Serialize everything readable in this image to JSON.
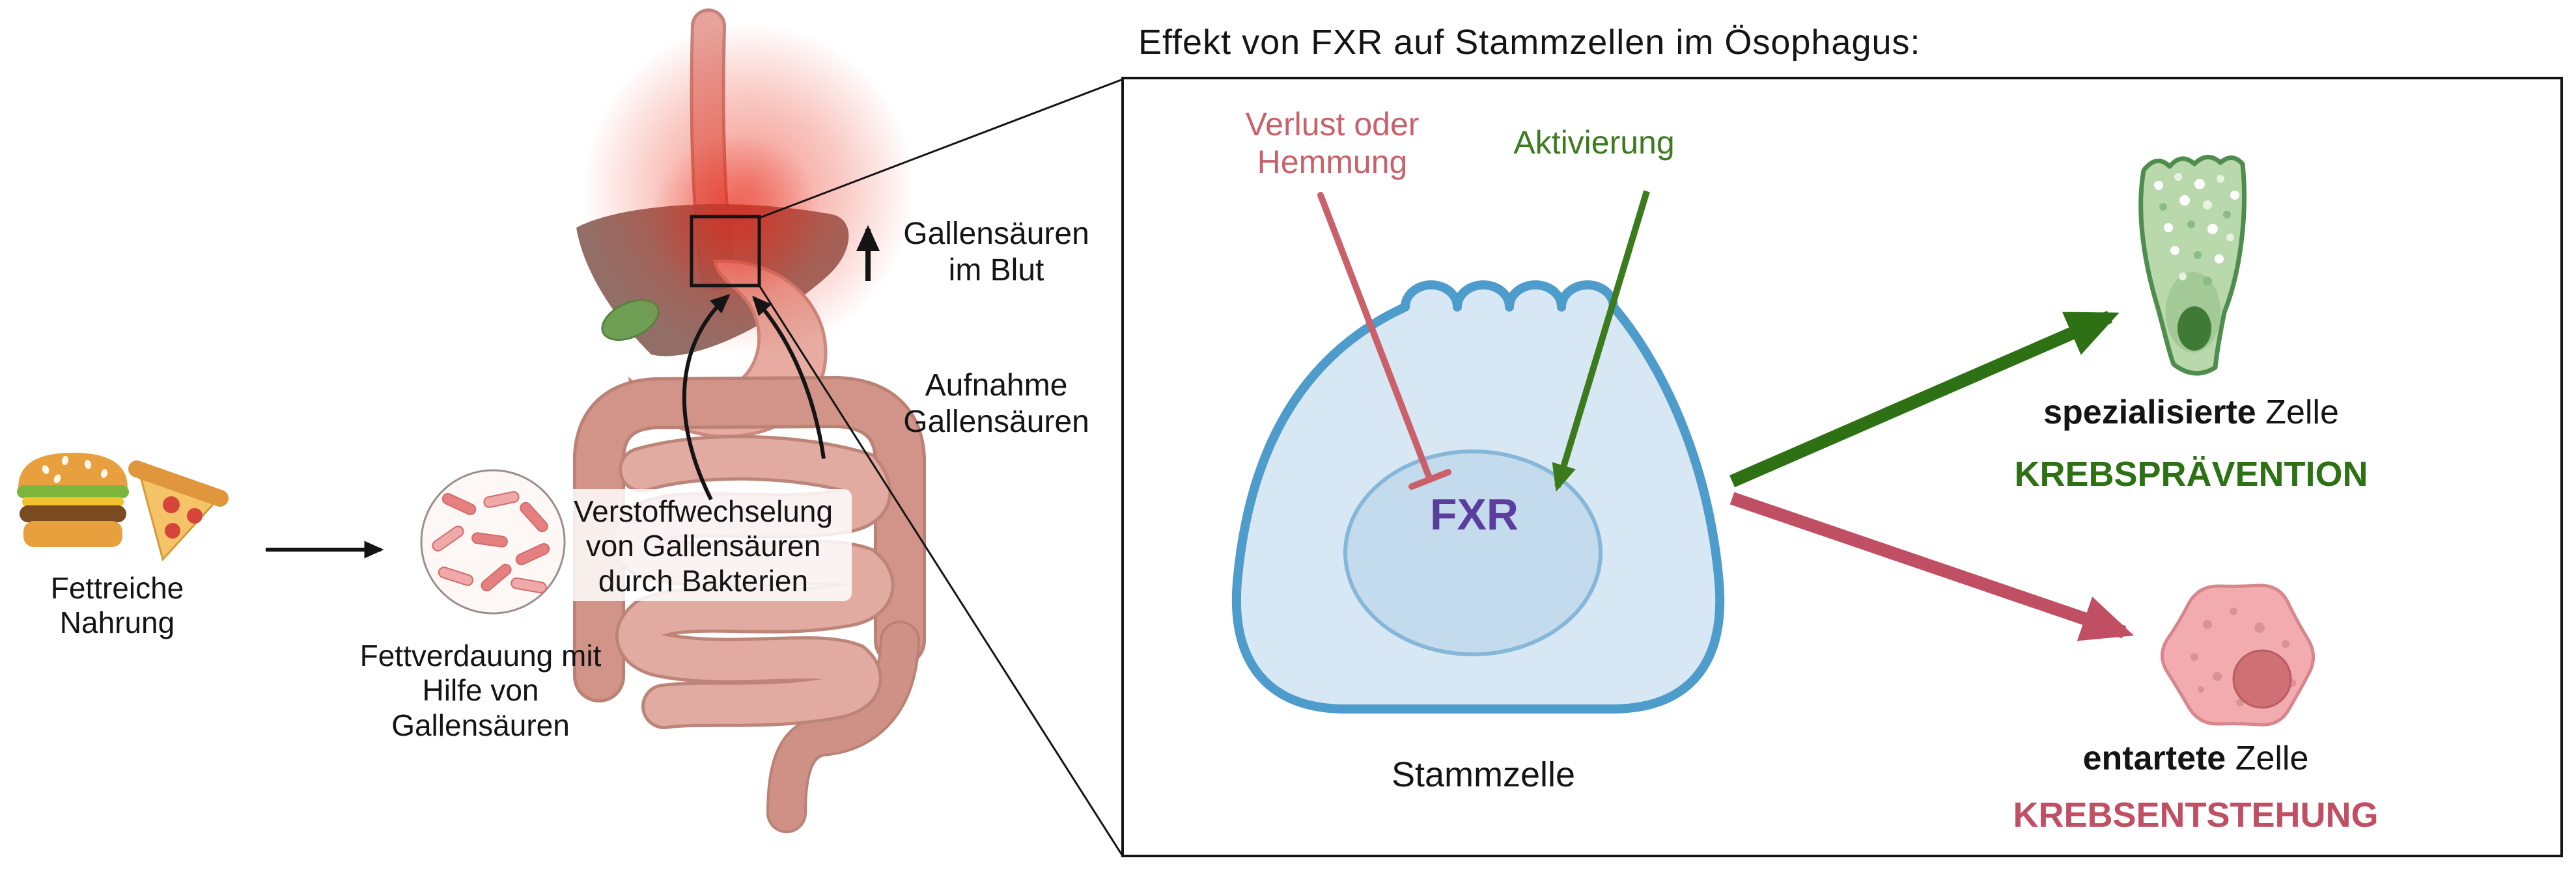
{
  "colors": {
    "inhibition_red": "#c9606a",
    "activation_green": "#3c7a1e",
    "prevention_green": "#2d7114",
    "carcinogenesis_red": "#c14f63",
    "fxr_purple": "#5a3d9c",
    "stem_cell_border_blue": "#4e9ccb",
    "stem_cell_fill_blue": "#d8e7f4"
  },
  "header": {
    "title": "Effekt von FXR auf Stammzellen im Ösophagus:"
  },
  "left_panel": {
    "food_label": [
      "Fettreiche",
      "Nahrung"
    ],
    "digestion_label": [
      "Fettverdauung mit",
      "Hilfe von",
      "Gallensäuren"
    ],
    "metabolism_label": [
      "Verstoffwechselung",
      "von Gallensäuren",
      "durch Bakterien"
    ],
    "bile_blood_label": [
      "Gallensäuren",
      "im Blut"
    ],
    "absorption_label": [
      "Aufnahme",
      "Gallensäuren"
    ]
  },
  "fxr_panel": {
    "inhibition_label": [
      "Verlust oder",
      "Hemmung"
    ],
    "activation_label": "Aktivierung",
    "receptor": "FXR",
    "stem_cell_label": "Stammzelle",
    "specialized_cell_bold": "spezialisierte",
    "specialized_cell_rest": "Zelle",
    "prevention_label": "KREBSPRÄVENTION",
    "degenerate_cell_bold": "entartete",
    "degenerate_cell_rest": "Zelle",
    "carcinogenesis_label": "KREBSENTSTEHUNG"
  }
}
